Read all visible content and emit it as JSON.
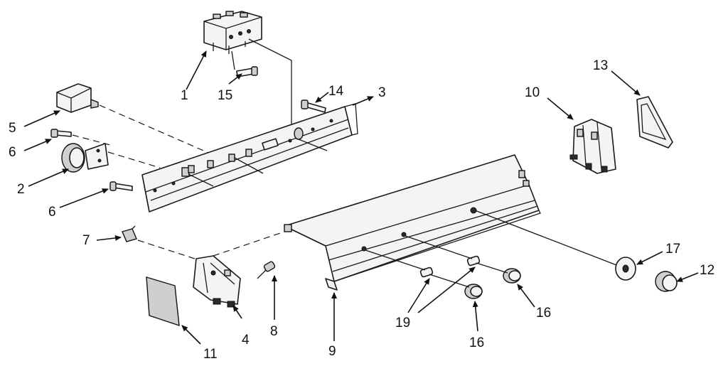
{
  "labels": {
    "p1": "1",
    "p2": "2",
    "p3": "3",
    "p4": "4",
    "p5": "5",
    "p6a": "6",
    "p6b": "6",
    "p7": "7",
    "p8": "8",
    "p9": "9",
    "p10": "10",
    "p11": "11",
    "p12": "12",
    "p13": "13",
    "p14": "14",
    "p15": "15",
    "p16a": "16",
    "p16b": "16",
    "p17": "17",
    "p19": "19"
  }
}
